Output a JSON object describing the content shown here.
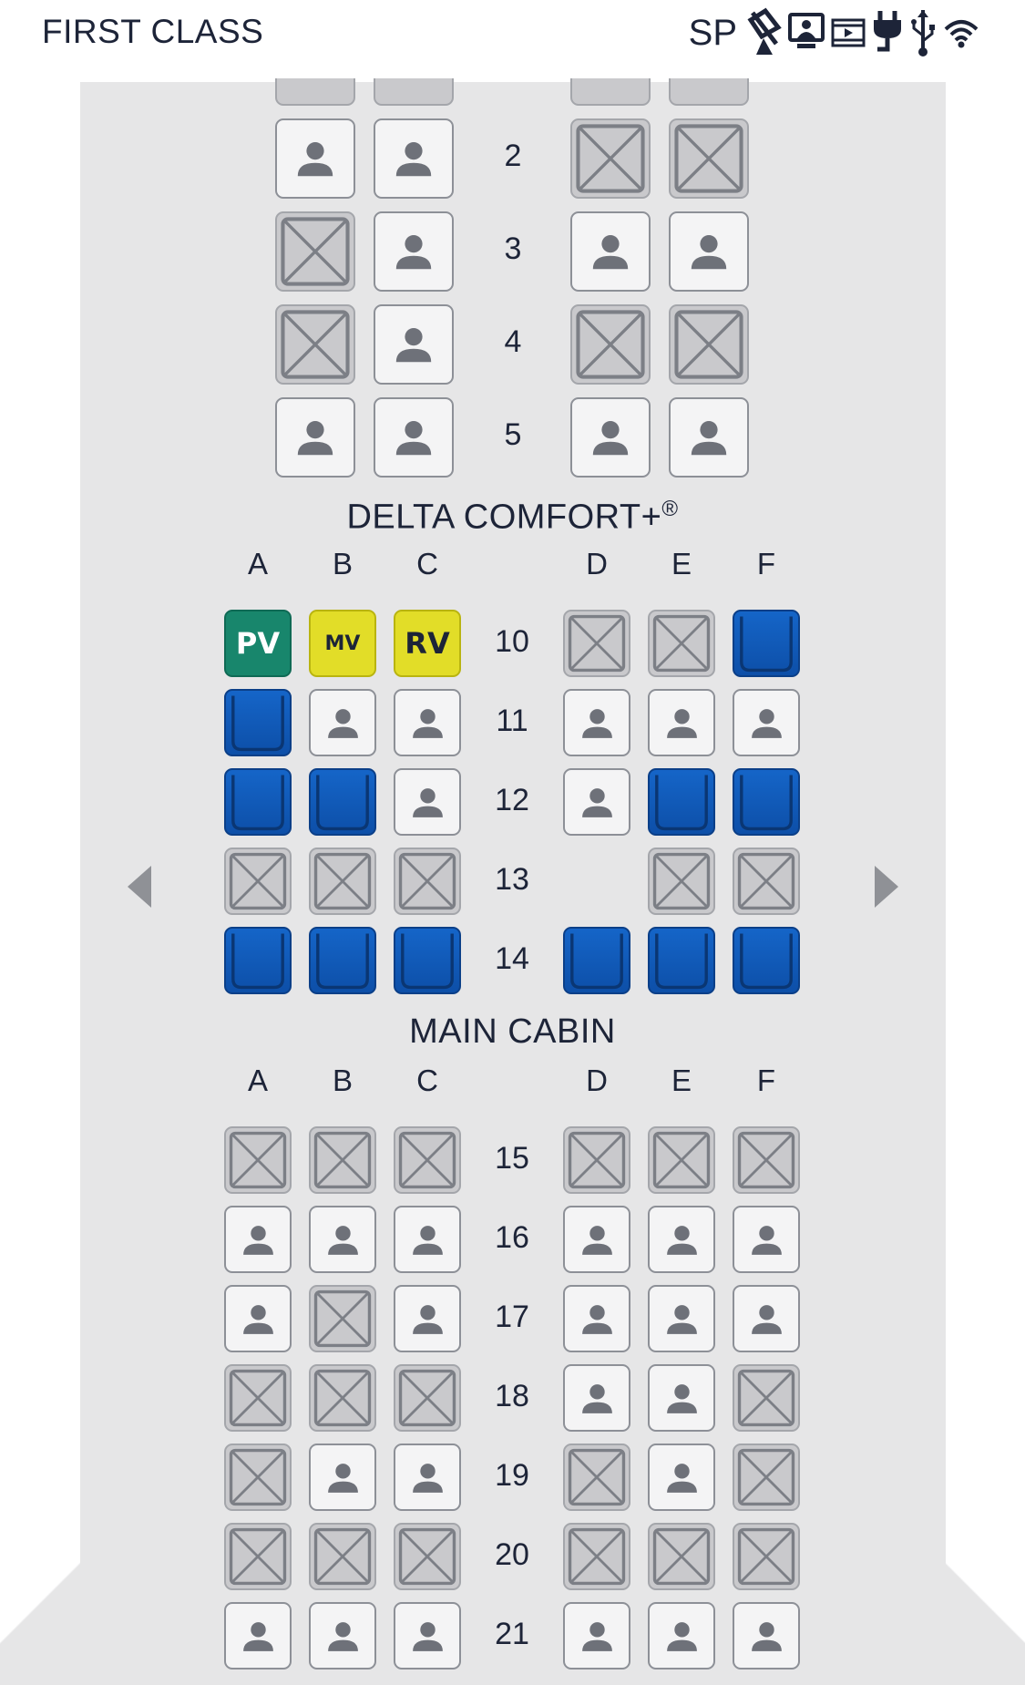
{
  "header": {
    "cabin_title": "FIRST CLASS",
    "amenity_sp_label": "SP",
    "amenity_icons": [
      "satellite-icon",
      "personal-screen-icon",
      "video-icon",
      "power-plug-icon",
      "usb-icon",
      "wifi-icon"
    ]
  },
  "sections": {
    "comfort_title": "DELTA COMFORT+",
    "comfort_registered": "®",
    "main_title": "MAIN CABIN"
  },
  "columns": [
    "A",
    "B",
    "C",
    "D",
    "E",
    "F"
  ],
  "colors": {
    "available": "#1565c8",
    "preferred_pv": "#18866c",
    "preferred_mv_rv": "#e2dd28",
    "unavailable": "#c9c9cc",
    "occupied": "#f4f4f5",
    "fuselage": "#e6e6e7"
  },
  "first_class_rows": [
    {
      "row": "2",
      "seats": [
        "occupied",
        "occupied",
        "unavailable",
        "unavailable"
      ]
    },
    {
      "row": "3",
      "seats": [
        "unavailable",
        "occupied",
        "occupied",
        "occupied"
      ]
    },
    {
      "row": "4",
      "seats": [
        "unavailable",
        "occupied",
        "unavailable",
        "unavailable"
      ]
    },
    {
      "row": "5",
      "seats": [
        "occupied",
        "occupied",
        "occupied",
        "occupied"
      ]
    }
  ],
  "comfort_rows": [
    {
      "row": "10",
      "seats": [
        "pv",
        "mv",
        "rv",
        "unavailable",
        "unavailable",
        "available"
      ]
    },
    {
      "row": "11",
      "seats": [
        "available",
        "occupied",
        "occupied",
        "occupied",
        "occupied",
        "occupied"
      ]
    },
    {
      "row": "12",
      "seats": [
        "available",
        "available",
        "occupied",
        "occupied",
        "available",
        "available"
      ]
    },
    {
      "row": "13",
      "seats": [
        "unavailable",
        "unavailable",
        "unavailable",
        "none",
        "unavailable",
        "unavailable"
      ]
    },
    {
      "row": "14",
      "seats": [
        "available",
        "available",
        "available",
        "available",
        "available",
        "available"
      ]
    }
  ],
  "main_rows": [
    {
      "row": "15",
      "seats": [
        "unavailable",
        "unavailable",
        "unavailable",
        "unavailable",
        "unavailable",
        "unavailable"
      ]
    },
    {
      "row": "16",
      "seats": [
        "occupied",
        "occupied",
        "occupied",
        "occupied",
        "occupied",
        "occupied"
      ]
    },
    {
      "row": "17",
      "seats": [
        "occupied",
        "unavailable",
        "occupied",
        "occupied",
        "occupied",
        "occupied"
      ]
    },
    {
      "row": "18",
      "seats": [
        "unavailable",
        "unavailable",
        "unavailable",
        "occupied",
        "occupied",
        "unavailable"
      ]
    },
    {
      "row": "19",
      "seats": [
        "unavailable",
        "occupied",
        "occupied",
        "unavailable",
        "occupied",
        "unavailable"
      ]
    },
    {
      "row": "20",
      "seats": [
        "unavailable",
        "unavailable",
        "unavailable",
        "unavailable",
        "unavailable",
        "unavailable"
      ]
    },
    {
      "row": "21",
      "seats": [
        "occupied",
        "occupied",
        "occupied",
        "occupied",
        "occupied",
        "occupied"
      ]
    }
  ],
  "seat_labels": {
    "pv": "PV",
    "mv": "MV",
    "rv": "RV"
  }
}
